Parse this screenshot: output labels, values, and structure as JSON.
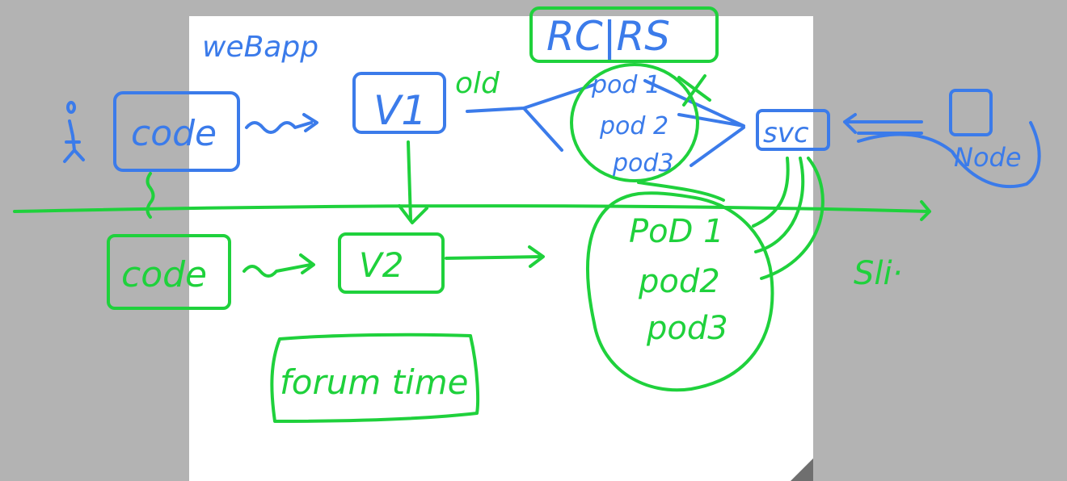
{
  "colors": {
    "background": "#b3b3b3",
    "page": "#ffffff",
    "page_fold": "#6f6f6f",
    "blue_ink": "#3b7bea",
    "green_ink": "#1fd13c"
  },
  "labels": {
    "webapp": "weBapp",
    "code_top": "code",
    "v1": "V1",
    "old": "old",
    "rc_rs": "RC|RS",
    "pod1_top": "pod 1",
    "pod2_top": "pod 2",
    "pod3_top": "pod3",
    "svc": "svc",
    "node": "Node",
    "code_bottom": "code",
    "v2": "V2",
    "pod1_bottom": "PoD 1",
    "pod2_bottom": "pod2",
    "pod3_bottom": "pod3",
    "sli": "Sli·",
    "forum_time": "forum time"
  },
  "icons": {
    "person": "stick-figure-icon",
    "node_box": "node-box-icon",
    "cross": "cross-mark-icon"
  }
}
